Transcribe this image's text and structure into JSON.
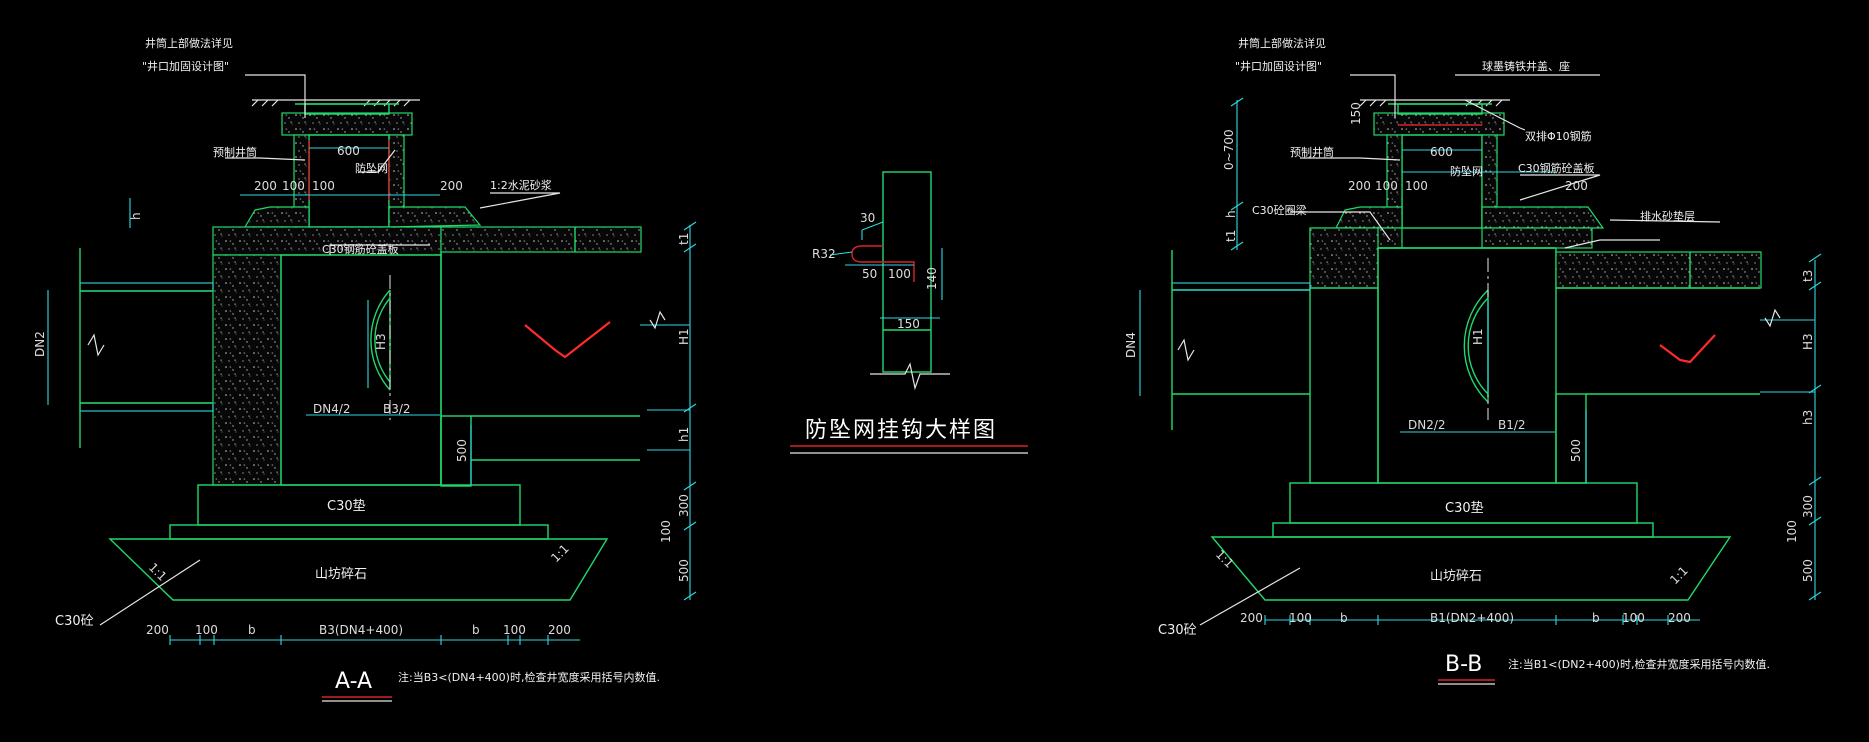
{
  "title": "防坠网挂钩大样图",
  "section_a": {
    "label": "A-A",
    "note": "注:当B3<(DN4+400)时,检查井宽度采用括号内数值.",
    "callout_top_line1": "井筒上部做法详见",
    "callout_top_line2": "\"井口加固设计图\"",
    "callout_precast": "预制井筒",
    "callout_net": "防坠网",
    "callout_mortar": "1:2水泥砂浆",
    "callout_cover": "C30钢筋砼盖板",
    "callout_c30": "C30砼",
    "dim_600": "600",
    "dim_200_left": "200",
    "dim_100_left": "100",
    "dim_100_mid": "100",
    "dim_200_right": "200",
    "dim_h3": "H3",
    "dim_dn4_2": "DN4/2",
    "dim_b3_2": "B3/2",
    "dim_500": "500",
    "dim_dn2": "DN2",
    "dim_h1": "H1",
    "dim_h1_small": "h1",
    "dim_t1": "t1",
    "dim_h": "h",
    "dim_300": "300",
    "dim_100_v": "100",
    "dim_500_v": "500",
    "slab_label": "C30垫",
    "base_label": "山坊碎石",
    "slope_left": "1:1",
    "slope_right": "1:1",
    "bottom_dims": [
      "200",
      "100",
      "b",
      "B3(DN4+400)",
      "b",
      "100",
      "200"
    ]
  },
  "detail": {
    "dim_30": "30",
    "dim_r32": "R32",
    "dim_50": "50",
    "dim_100": "100",
    "dim_140": "140",
    "dim_150": "150"
  },
  "section_b": {
    "label": "B-B",
    "note": "注:当B1<(DN2+400)时,检查井宽度采用括号内数值.",
    "callout_top_line1": "井筒上部做法详见",
    "callout_top_line2": "\"井口加固设计图\"",
    "callout_lid": "球墨铸铁井盖、座",
    "callout_rebar": "双排Φ10钢筋",
    "callout_precast": "预制井筒",
    "callout_net": "防坠网",
    "callout_cover": "C30钢筋砼盖板",
    "callout_ring": "C30砼圈梁",
    "callout_drain": "排水砂垫层",
    "callout_c30": "C30砼",
    "dim_0_700": "0~700",
    "dim_150": "150",
    "dim_600": "600",
    "dim_200_left": "200",
    "dim_100_left": "100",
    "dim_100_mid": "100",
    "dim_200_right": "200",
    "dim_h1": "H1",
    "dim_dn2_2": "DN2/2",
    "dim_b1_2": "B1/2",
    "dim_500": "500",
    "dim_dn4": "DN4",
    "dim_h3": "H3",
    "dim_h3_small": "h3",
    "dim_t3": "t3",
    "dim_t1": "t1",
    "dim_h": "h",
    "dim_300": "300",
    "dim_100_v": "100",
    "dim_500_v": "500",
    "slab_label": "C30垫",
    "base_label": "山坊碎石",
    "slope_left": "1:1",
    "slope_right": "1:1",
    "bottom_dims": [
      "200",
      "100",
      "b",
      "B1(DN2+400)",
      "b",
      "100",
      "200"
    ]
  },
  "colors": {
    "background": "#000000",
    "structure": "#21d96b",
    "dimension": "#2bd9e3",
    "text": "#f0f0f0",
    "highlight": "#ff2a2a"
  }
}
